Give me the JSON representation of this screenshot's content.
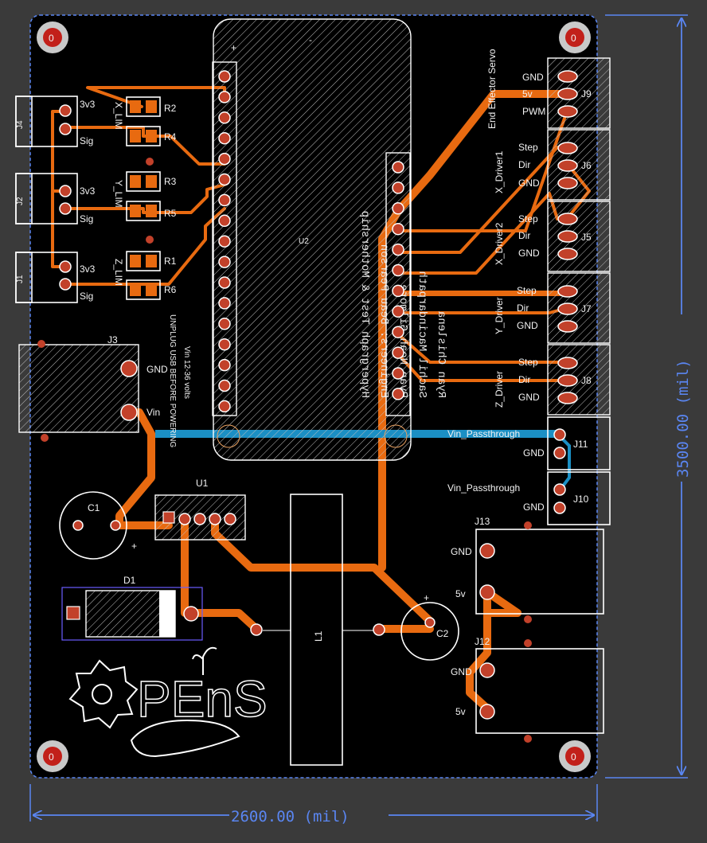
{
  "board": {
    "width_label": "2600.00 (mil)",
    "height_label": "3500.00 (mil)"
  },
  "connectors": {
    "j4": {
      "ref": "J4",
      "pins": [
        "3v3",
        "Sig"
      ],
      "group": "X_LIM"
    },
    "j2": {
      "ref": "J2",
      "pins": [
        "3v3",
        "Sig"
      ],
      "group": "Y_LIM"
    },
    "j1": {
      "ref": "J1",
      "pins": [
        "3v3",
        "Sig"
      ],
      "group": "Z_LIM"
    },
    "j3": {
      "ref": "J3",
      "pins": [
        "GND",
        "Vin"
      ]
    },
    "j9": {
      "ref": "J9",
      "pins": [
        "GND",
        "5v",
        "PWM"
      ],
      "group": "End Effector Servo"
    },
    "j6": {
      "ref": "J6",
      "pins": [
        "Step",
        "Dir",
        "GND"
      ],
      "group": "X_Driver1"
    },
    "j5": {
      "ref": "J5",
      "pins": [
        "Step",
        "Dir",
        "GND"
      ],
      "group": "X_Driver2"
    },
    "j7": {
      "ref": "J7",
      "pins": [
        "Step",
        "Dir",
        "GND"
      ],
      "group": "Y_Driver"
    },
    "j8": {
      "ref": "J8",
      "pins": [
        "Step",
        "Dir",
        "GND"
      ],
      "group": "Z_Driver"
    },
    "j11": {
      "ref": "J11",
      "pins": [
        "Vin_Passthrough",
        "GND"
      ]
    },
    "j10": {
      "ref": "J10",
      "pins": [
        "Vin_Passthrough",
        "GND"
      ]
    },
    "j13": {
      "ref": "J13",
      "pins": [
        "GND",
        "5v"
      ]
    },
    "j12": {
      "ref": "J12",
      "pins": [
        "GND",
        "5v"
      ]
    }
  },
  "resistors": [
    "R2",
    "R4",
    "R3",
    "R5",
    "R1",
    "R6"
  ],
  "components": {
    "c1": "C1",
    "c2": "C2",
    "d1": "D1",
    "u1": "U1",
    "u2": "U2",
    "l1": "L1"
  },
  "pin_marks": {
    "plus": "+",
    "minus": "-"
  },
  "module_text": [
    "Hypergraph Test & Mothership",
    "Engineers: Beau Pearson",
    "Ryan Noah Gilmore",
    "Sachil Macindarpath",
    "Ryan Chislena"
  ],
  "warning_text": [
    "Vin 12-36 volts",
    "UNPLUG USB BEFORE POWERING"
  ],
  "logo_text": "PEnS",
  "colors": {
    "background": "#3a3a3a",
    "board": "#000000",
    "copper": "#e86a10",
    "blue_trace": "#1b8fc4",
    "pad": "#c2412a",
    "dimension": "#5a86f2"
  }
}
